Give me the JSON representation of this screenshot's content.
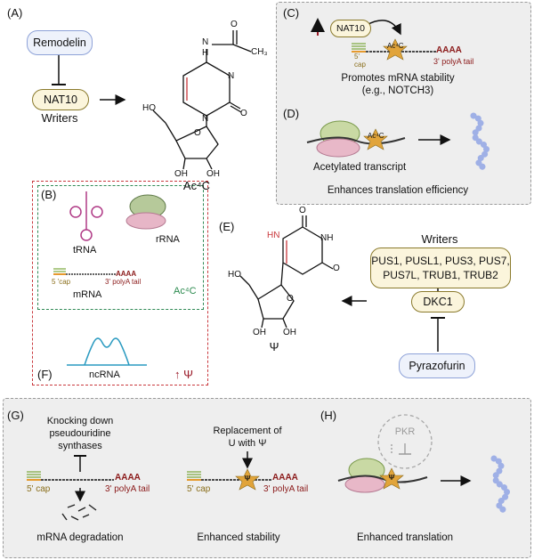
{
  "panels": {
    "A": {
      "label": "(A)",
      "inhibitor": "Remodelin",
      "writer_enzyme": "NAT10",
      "writer_role": "Writers",
      "product": "Ac⁴C",
      "structure": {
        "nh": "N",
        "h": "H",
        "ch3": "CH₃",
        "o": "O",
        "n": "N",
        "ho": "HO",
        "oh": "OH"
      }
    },
    "B": {
      "label": "(B)",
      "trna": "tRNA",
      "rrna": "rRNA",
      "mrna": "mRNA",
      "cap": "5 'cap",
      "tail": "3' polyA tail",
      "polya": "AAAA",
      "mod": "Ac⁴C"
    },
    "C": {
      "label": "(C)",
      "enzyme": "NAT10",
      "mark": "Ac⁴C",
      "cap": "5' cap",
      "polya": "AAAA",
      "tail": "3' polyA tail",
      "text1": "Promotes mRNA stability",
      "text2": "(e.g., NOTCH3)"
    },
    "D": {
      "label": "(D)",
      "mark": "Ac⁴C",
      "caption": "Acetylated transcript",
      "text": "Enhances translation efficiency"
    },
    "E": {
      "label": "(E)",
      "writers_title": "Writers",
      "writers_lines": [
        "PUS1, PUSL1, PUS3, PUS7,",
        "PUS7L, TRUB1, TRUB2"
      ],
      "dkc": "DKC1",
      "inhibitor": "Pyrazofurin",
      "product": "Ψ",
      "structure": {
        "hn": "HN",
        "nh": "NH",
        "o": "O",
        "ho": "HO",
        "oh": "OH"
      }
    },
    "F": {
      "label": "(F)",
      "ncrna": "ncRNA",
      "mod": "↑ Ψ"
    },
    "G": {
      "label": "(G)",
      "kd_lines": [
        "Knocking down",
        "pseudouridine",
        "synthases"
      ],
      "cap": "5' cap",
      "polya": "AAAA",
      "tail": "3' polyA tail",
      "caption": "mRNA degradation"
    },
    "mid": {
      "repl_lines": [
        "Replacement of",
        "U with Ψ"
      ],
      "psi": "Ψ",
      "cap": "5' cap",
      "polya": "AAAA",
      "tail": "3' polyA tail",
      "caption": "Enhanced stability"
    },
    "H": {
      "label": "(H)",
      "pkr": "PKR",
      "psi": "Ψ",
      "caption": "Enhanced translation"
    }
  },
  "colors": {
    "panel_bg": "#eeeeee",
    "dash_gray": "#9a9a9a",
    "dash_red": "#c9373c",
    "dash_green": "#2f8a55",
    "dark_red": "#8b1a1a",
    "cap_green": "#7aa63b",
    "cap_orange": "#e69a2e",
    "star": "#e1a43a",
    "green_text": "#2b8a4e"
  }
}
